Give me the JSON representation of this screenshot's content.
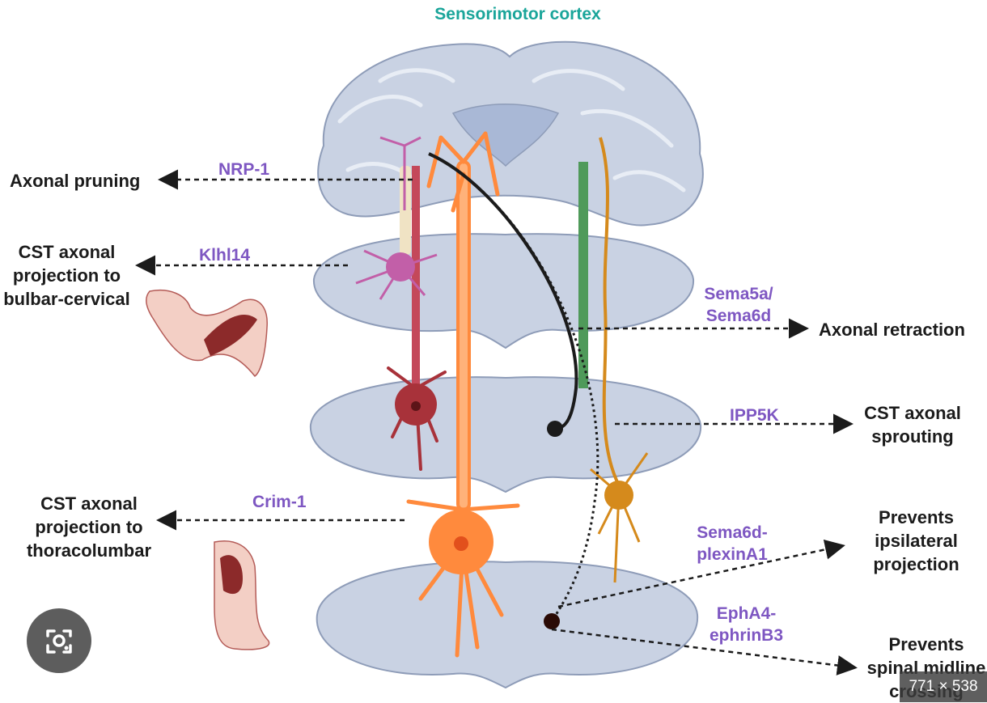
{
  "title": "Sensorimotor cortex",
  "labels": {
    "axonal_pruning": "Axonal pruning",
    "nrp1": "NRP-1",
    "cst_bulbar": [
      "CST axonal",
      "projection to",
      "bulbar-cervical"
    ],
    "klhl14": "Klhl14",
    "sema5a": [
      "Sema5a/",
      "Sema6d"
    ],
    "axonal_retraction": "Axonal retraction",
    "ipp5k": "IPP5K",
    "cst_sprouting": [
      "CST axonal",
      "sprouting"
    ],
    "cst_thoraco": [
      "CST axonal",
      "projection to",
      "thoracolumbar"
    ],
    "crim1": "Crim-1",
    "sema6d_plexin": [
      "Sema6d-",
      "plexinA1"
    ],
    "prevents_ipsi": [
      "Prevents",
      "ipsilateral",
      "projection"
    ],
    "epha4": [
      "EphA4-",
      "ephrinB3"
    ],
    "prevents_midline": [
      "Prevents",
      "spinal midline",
      "crossing"
    ]
  },
  "image_size_badge": "771 × 538",
  "icons": {
    "visual_search": "google-lens-icon"
  },
  "colors": {
    "dark_text": "#1b1b1b",
    "purple_text": "#7e57c2",
    "title_teal": "#1aa59a",
    "tissue": "#c9d2e3",
    "tissue_edge": "#8e9cb8",
    "orange_neuron": "#ff8a3d",
    "red_neuron": "#a8323a",
    "pink_neuron": "#c25fa8",
    "gold_neuron": "#d58a1c",
    "green_axon": "#4f9a5a"
  }
}
